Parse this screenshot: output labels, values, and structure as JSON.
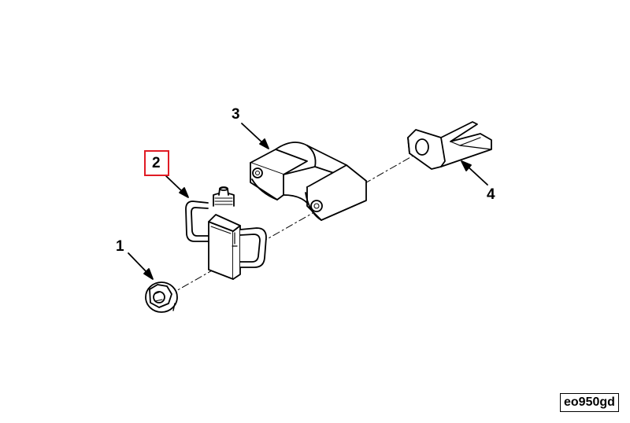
{
  "diagram": {
    "highlight_color": "#e01b24",
    "line_color": "#000000",
    "selected_callout": "2",
    "callouts": {
      "c1": "1",
      "c2": "2",
      "c3": "3",
      "c4": "4"
    },
    "figure_id": "eo950gd"
  }
}
